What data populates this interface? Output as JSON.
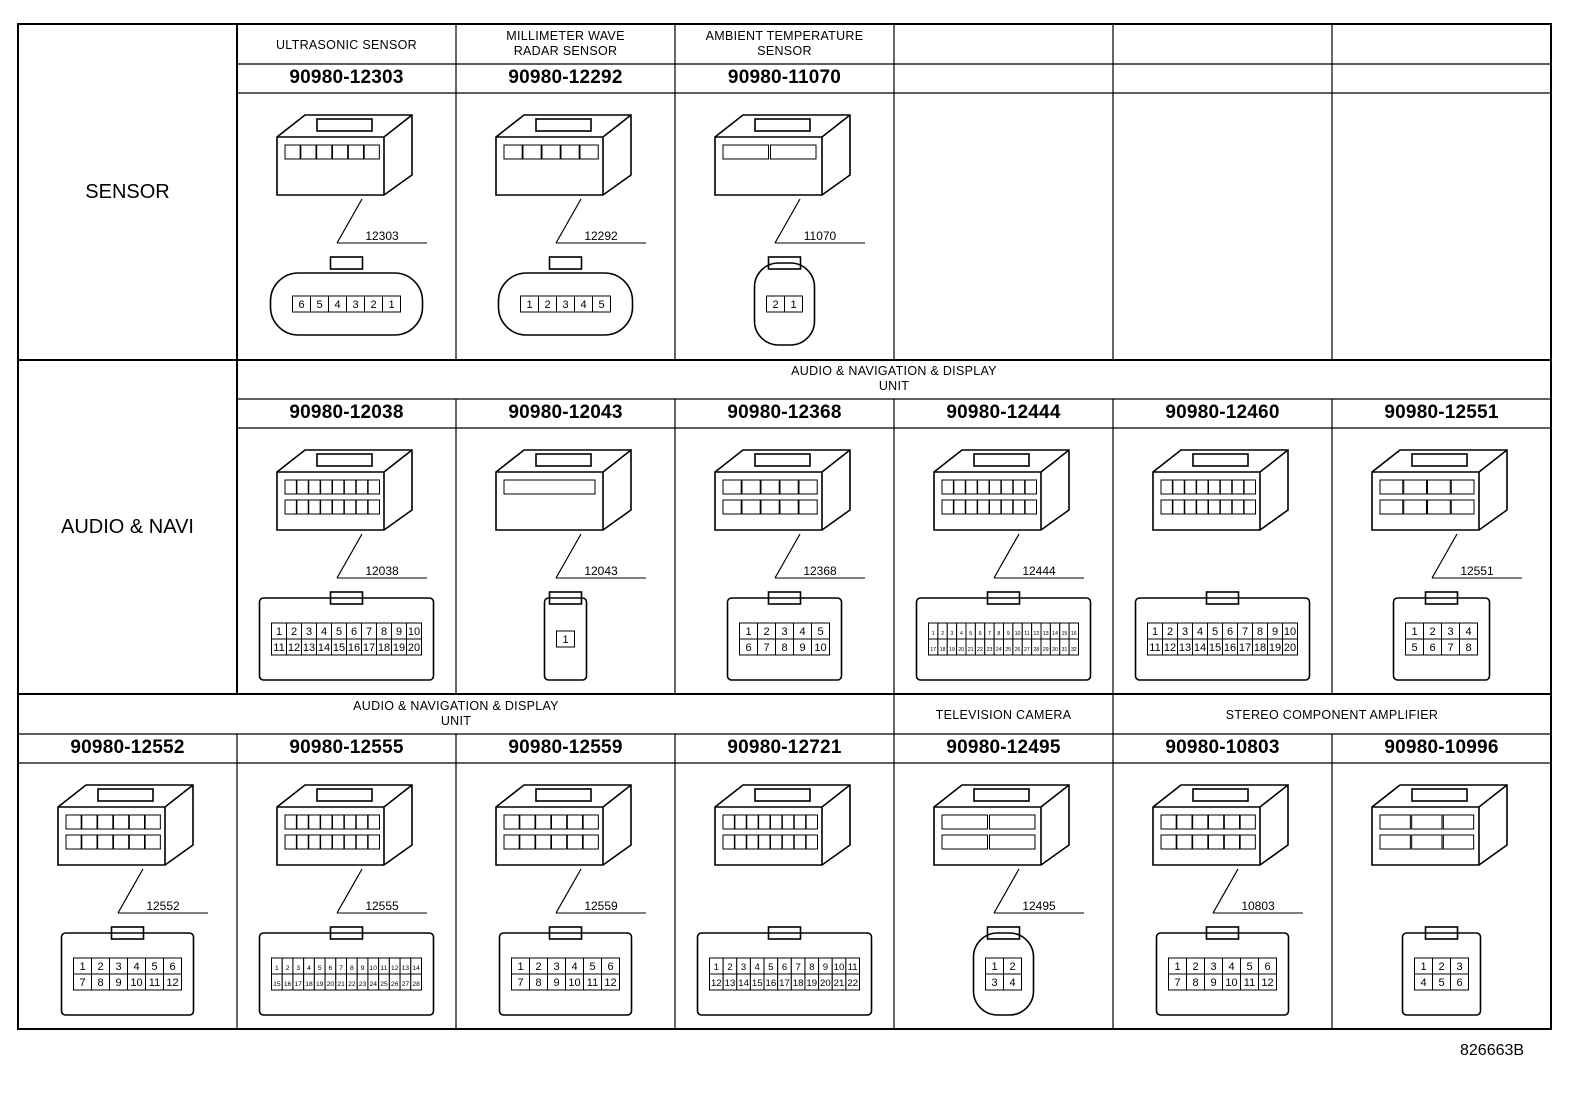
{
  "groups": {
    "sensor": "SENSOR",
    "audio": "AUDIO & NAVI"
  },
  "headers": {
    "ultrasonic": "ULTRASONIC SENSOR",
    "mmwave": "MILLIMETER WAVE\nRADAR SENSOR",
    "ambient": "AMBIENT TEMPERATURE\nSENSOR",
    "avd1": "AUDIO & NAVIGATION & DISPLAY\nUNIT",
    "avd2": "AUDIO & NAVIGATION & DISPLAY\nUNIT",
    "tv": "TELEVISION CAMERA",
    "amp": "STEREO COMPONENT AMPLIFIER"
  },
  "parts": [
    {
      "pn": "90980-12303",
      "callout": "12303",
      "pins": [
        "6",
        "5",
        "4",
        "3",
        "2",
        "1"
      ]
    },
    {
      "pn": "90980-12292",
      "callout": "12292",
      "pins": [
        "1",
        "2",
        "3",
        "4",
        "5"
      ]
    },
    {
      "pn": "90980-11070",
      "callout": "11070",
      "pins": [
        "2",
        "1"
      ]
    },
    {
      "pn": "90980-12038",
      "callout": "12038",
      "pins": [
        "1",
        "2",
        "3",
        "4",
        "5",
        "6",
        "7",
        "8",
        "9",
        "10",
        "11",
        "12",
        "13",
        "14",
        "15",
        "16",
        "17",
        "18",
        "19",
        "20"
      ]
    },
    {
      "pn": "90980-12043",
      "callout": "12043",
      "pins": [
        "1"
      ]
    },
    {
      "pn": "90980-12368",
      "callout": "12368",
      "pins": [
        "1",
        "2",
        "3",
        "4",
        "5",
        "6",
        "7",
        "8",
        "9",
        "10"
      ]
    },
    {
      "pn": "90980-12444",
      "callout": "12444",
      "pins": [
        "1",
        "2",
        "3",
        "4",
        "5",
        "6",
        "7",
        "8",
        "9",
        "10",
        "11",
        "12",
        "13",
        "14",
        "15",
        "16",
        "17",
        "18",
        "19",
        "20",
        "21",
        "22",
        "23",
        "24",
        "25",
        "26",
        "27",
        "28",
        "29",
        "30",
        "31",
        "32"
      ]
    },
    {
      "pn": "90980-12460",
      "callout": "",
      "pins": [
        "1",
        "2",
        "3",
        "4",
        "5",
        "6",
        "7",
        "8",
        "9",
        "10",
        "11",
        "12",
        "13",
        "14",
        "15",
        "16",
        "17",
        "18",
        "19",
        "20"
      ]
    },
    {
      "pn": "90980-12551",
      "callout": "12551",
      "pins": [
        "1",
        "2",
        "3",
        "4",
        "5",
        "6",
        "7",
        "8"
      ]
    },
    {
      "pn": "90980-12552",
      "callout": "12552",
      "pins": [
        "1",
        "2",
        "3",
        "4",
        "5",
        "6",
        "7",
        "8",
        "9",
        "10",
        "11",
        "12"
      ]
    },
    {
      "pn": "90980-12555",
      "callout": "12555",
      "pins": [
        "1",
        "2",
        "3",
        "4",
        "5",
        "6",
        "7",
        "8",
        "9",
        "10",
        "11",
        "12",
        "13",
        "14",
        "15",
        "16",
        "17",
        "18",
        "19",
        "20",
        "21",
        "22",
        "23",
        "24",
        "25",
        "26",
        "27",
        "28"
      ]
    },
    {
      "pn": "90980-12559",
      "callout": "12559",
      "pins": [
        "1",
        "2",
        "3",
        "4",
        "5",
        "6",
        "7",
        "8",
        "9",
        "10",
        "11",
        "12"
      ]
    },
    {
      "pn": "90980-12721",
      "callout": "",
      "pins": [
        "1",
        "2",
        "3",
        "4",
        "5",
        "6",
        "7",
        "8",
        "9",
        "10",
        "11",
        "12",
        "13",
        "14",
        "15",
        "16",
        "17",
        "18",
        "19",
        "20",
        "21",
        "22"
      ]
    },
    {
      "pn": "90980-12495",
      "callout": "12495",
      "pins": [
        "1",
        "2",
        "3",
        "4"
      ]
    },
    {
      "pn": "90980-10803",
      "callout": "10803",
      "pins": [
        "1",
        "2",
        "3",
        "4",
        "5",
        "6",
        "7",
        "8",
        "9",
        "10",
        "11",
        "12"
      ]
    },
    {
      "pn": "90980-10996",
      "callout": "",
      "pins": [
        "1",
        "2",
        "3",
        "4",
        "5",
        "6"
      ]
    }
  ],
  "figure_ref": "826663B"
}
